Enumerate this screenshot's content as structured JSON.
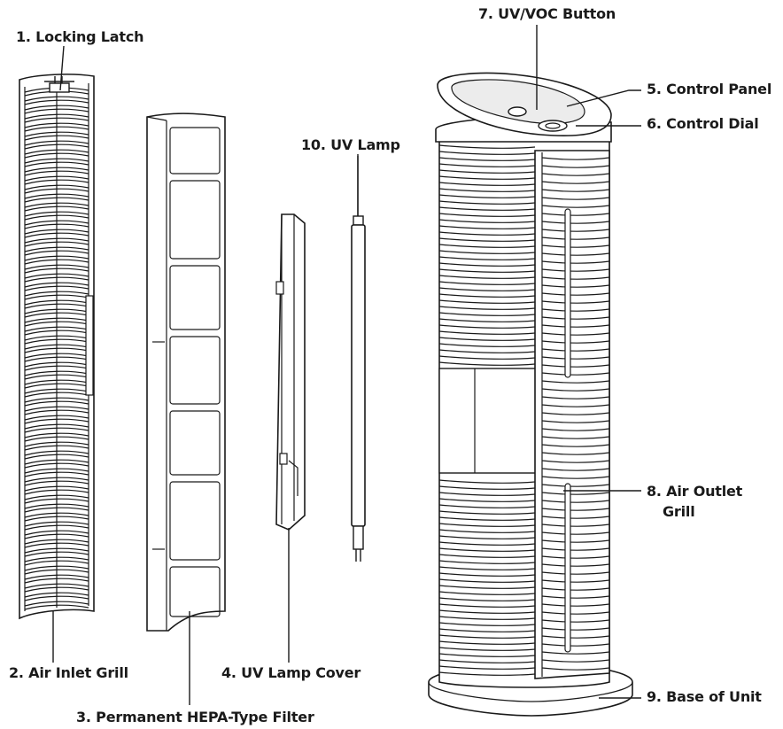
{
  "labels": {
    "locking_latch": "1. Locking Latch",
    "air_inlet_grill": "2. Air Inlet Grill",
    "hepa_filter": "3. Permanent HEPA-Type Filter",
    "uv_lamp_cover": "4. UV Lamp Cover",
    "control_panel": "5. Control Panel",
    "control_dial": "6. Control Dial",
    "uv_voc_button": "7. UV/VOC Button",
    "air_outlet_grill_line1": "8. Air Outlet",
    "air_outlet_grill_line2": "Grill",
    "base_of_unit": "9. Base of Unit",
    "uv_lamp": "10. UV Lamp"
  },
  "colors": {
    "line": "#1a1a1a",
    "fill": "#ffffff",
    "shade": "#e6e6e6"
  }
}
